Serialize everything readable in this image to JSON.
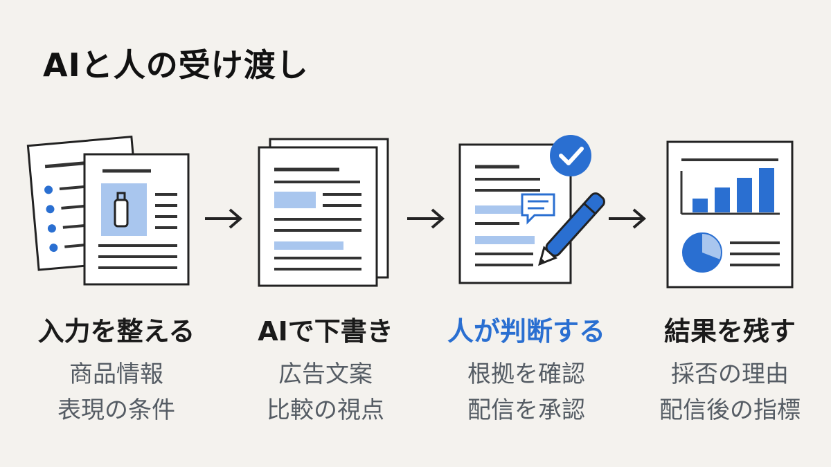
{
  "title": "AIと人の受け渡し",
  "colors": {
    "accent": "#2a6fd1",
    "highlight": "#a9c6ee",
    "ink": "#222222"
  },
  "steps": [
    {
      "title": "入力を整える",
      "desc": [
        "商品情報",
        "表現の条件"
      ],
      "icon": "product-info-documents-icon"
    },
    {
      "title": "AIで下書き",
      "desc": [
        "広告文案",
        "比較の視点"
      ],
      "icon": "draft-documents-icon"
    },
    {
      "title": "人が判断する",
      "desc": [
        "根拠を確認",
        "配信を承認"
      ],
      "icon": "review-approve-icon"
    },
    {
      "title": "結果を残す",
      "desc": [
        "採否の理由",
        "配信後の指標"
      ],
      "icon": "results-report-icon"
    }
  ]
}
